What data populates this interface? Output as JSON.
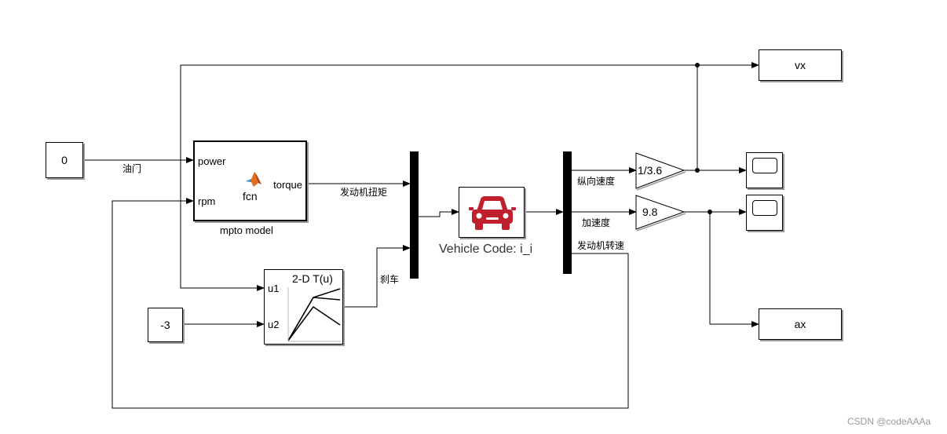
{
  "blocks": {
    "const_0": "0",
    "const_neg3": "-3",
    "matlab_fcn": {
      "in1": "power",
      "in2": "rpm",
      "out1": "torque",
      "center": "fcn",
      "name": "mpto model"
    },
    "lookup_2d": {
      "title": "2-D T(u)",
      "in1": "u1",
      "in2": "u2"
    },
    "vehicle": {
      "name": "Vehicle Code: i_i"
    },
    "gain_1": "1/3.6",
    "gain_2": "9.8",
    "goto_vx": "vx",
    "goto_ax": "ax"
  },
  "signals": {
    "throttle": "油门",
    "engine_torque": "发动机扭矩",
    "brake": "刹车",
    "longitudinal_speed": "纵向速度",
    "acceleration": "加速度",
    "engine_speed": "发动机转速"
  },
  "watermark": "CSDN @codeAAAa",
  "colors": {
    "vehicle_icon": "#c0202c",
    "matlab_icon": "#e0701e",
    "block_shadow": "#9a9a9a"
  },
  "icons": {
    "vehicle": "car-icon",
    "matlab": "matlab-membrane-icon",
    "scope": "scope-icon"
  }
}
